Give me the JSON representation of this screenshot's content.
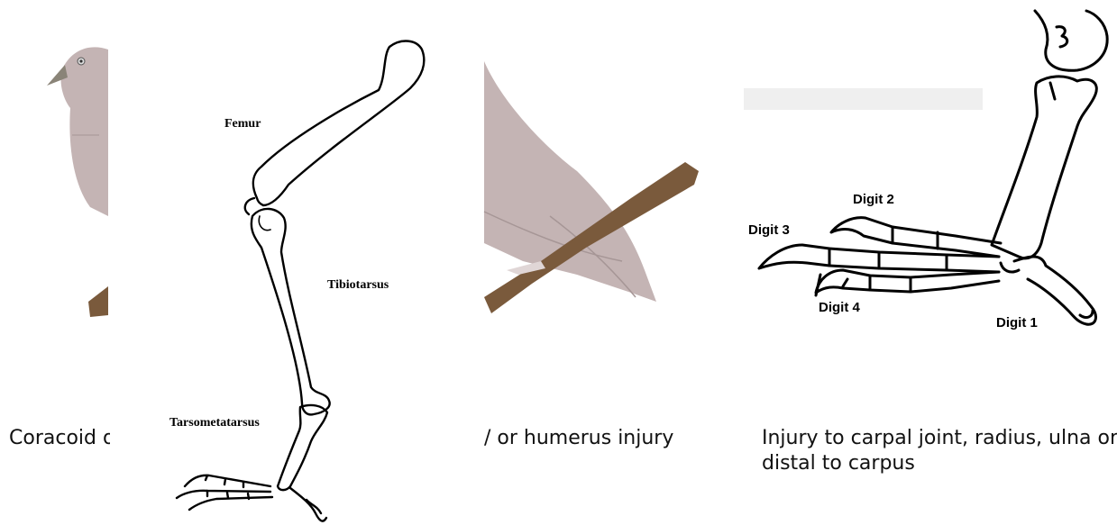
{
  "captions": {
    "left": "Coracoid o",
    "middle": "/ or humerus injury",
    "right_line1": "Injury to carpal joint, radius, ulna or",
    "right_line2": "distal to carpus"
  },
  "leg_labels": {
    "femur": "Femur",
    "tibiotarsus": "Tibiotarsus",
    "tarsometatarsus": "Tarsometatarsus"
  },
  "foot_labels": {
    "digit1": "Digit 1",
    "digit2": "Digit 2",
    "digit3": "Digit 3",
    "digit4": "Digit 4"
  },
  "colors": {
    "bird_body": "#bfb0b0",
    "bird_beak": "#8a8478",
    "branch": "#7a5a3c",
    "bone_stroke": "#000000"
  }
}
